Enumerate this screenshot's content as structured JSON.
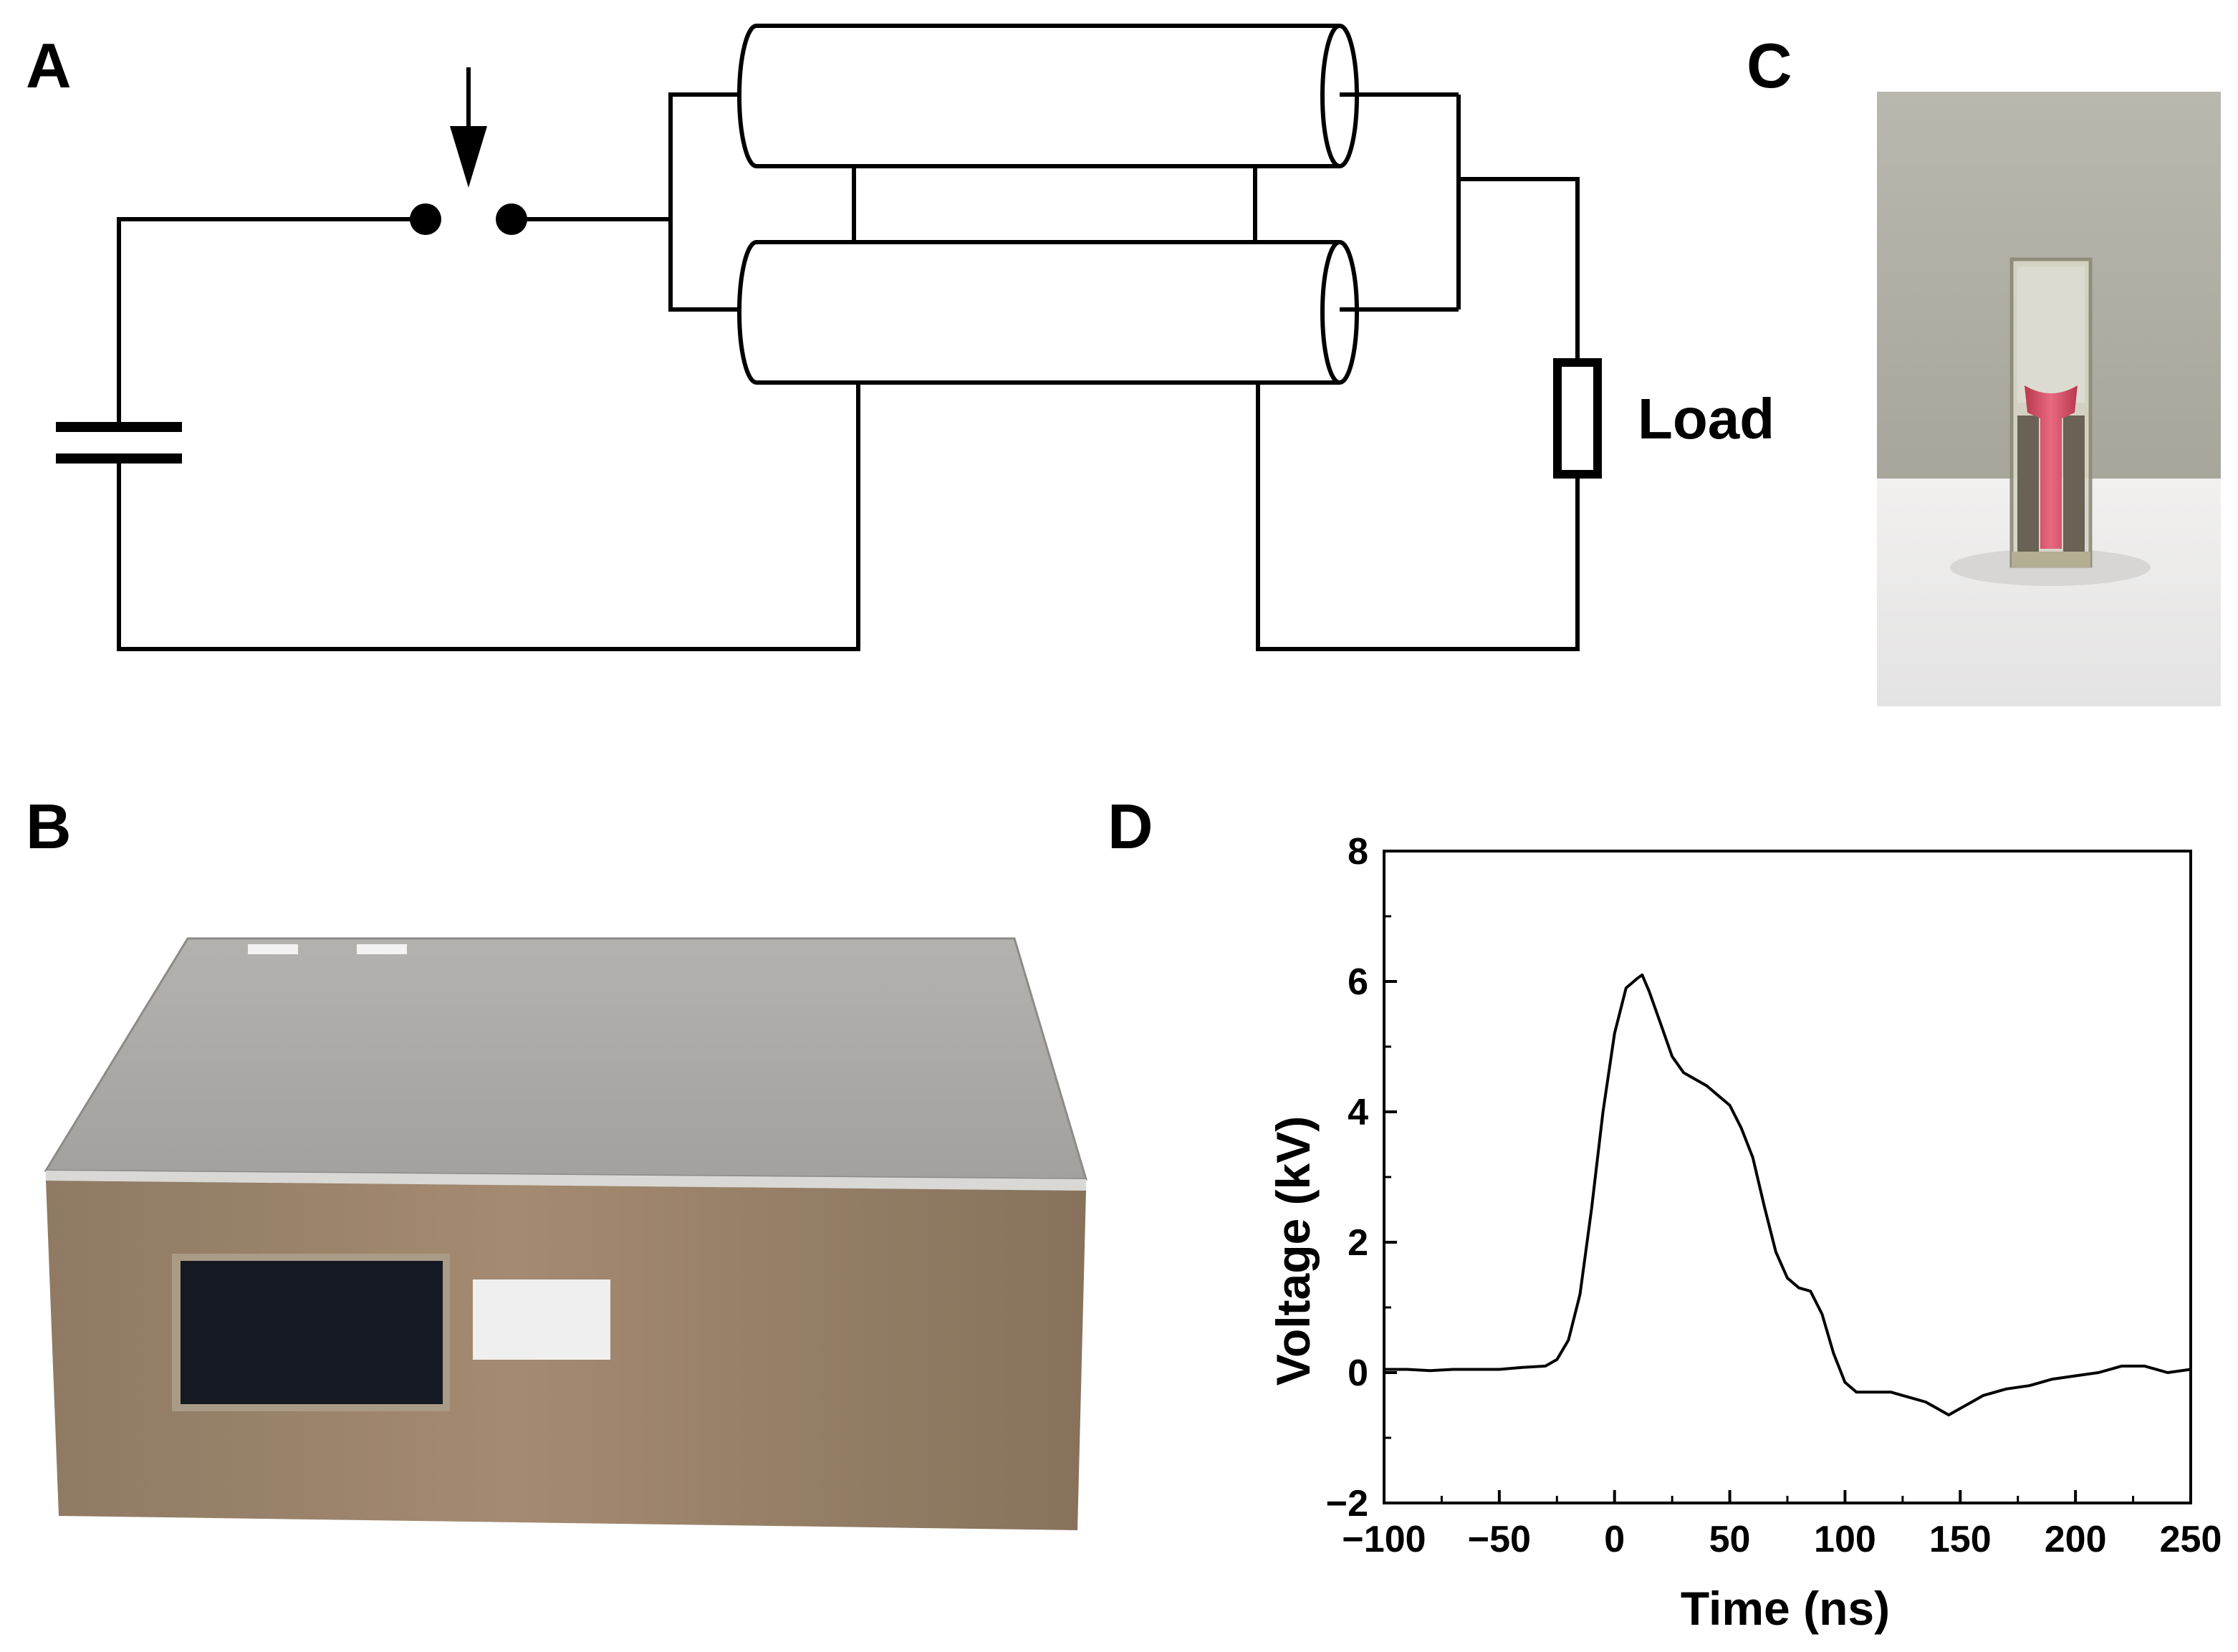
{
  "panels": {
    "a": {
      "label": "A"
    },
    "b": {
      "label": "B"
    },
    "c": {
      "label": "C"
    },
    "d": {
      "label": "D"
    }
  },
  "circuit": {
    "load_label": "Load",
    "components": [
      "capacitor",
      "switch",
      "coaxial-line",
      "coaxial-line",
      "load-resistor"
    ]
  },
  "photo_b": {
    "subject": "metal enclosure with display window"
  },
  "photo_c": {
    "subject": "cuvette with red liquid"
  },
  "chart_data": {
    "type": "line",
    "title": "",
    "xlabel": "Time (ns)",
    "ylabel": "Voltage (kV)",
    "xlim": [
      -100,
      250
    ],
    "ylim": [
      -2,
      8
    ],
    "xticks": [
      -100,
      -50,
      0,
      50,
      100,
      150,
      200,
      250
    ],
    "yticks": [
      -2,
      0,
      2,
      4,
      6,
      8
    ],
    "xtick_labels": [
      "−100",
      "−50",
      "0",
      "50",
      "100",
      "150",
      "200",
      "250"
    ],
    "ytick_labels": [
      "−2",
      "0",
      "2",
      "4",
      "6",
      "8"
    ],
    "grid": false,
    "series": [
      {
        "color": "#000000",
        "x": [
          -100,
          -90,
          -80,
          -70,
          -60,
          -50,
          -40,
          -30,
          -25,
          -20,
          -15,
          -10,
          -5,
          0,
          5,
          10,
          12,
          15,
          20,
          25,
          30,
          35,
          40,
          45,
          50,
          55,
          60,
          65,
          70,
          75,
          80,
          85,
          90,
          95,
          100,
          105,
          110,
          115,
          120,
          125,
          130,
          135,
          140,
          145,
          150,
          155,
          160,
          170,
          180,
          190,
          200,
          210,
          220,
          230,
          240,
          250
        ],
        "y": [
          0.05,
          0.05,
          0.03,
          0.05,
          0.05,
          0.05,
          0.08,
          0.1,
          0.2,
          0.5,
          1.2,
          2.5,
          4.0,
          5.2,
          5.9,
          6.05,
          6.1,
          5.85,
          5.35,
          4.85,
          4.6,
          4.5,
          4.4,
          4.25,
          4.1,
          3.75,
          3.3,
          2.55,
          1.85,
          1.45,
          1.3,
          1.25,
          0.9,
          0.3,
          -0.15,
          -0.3,
          -0.3,
          -0.3,
          -0.3,
          -0.35,
          -0.4,
          -0.45,
          -0.55,
          -0.65,
          -0.55,
          -0.45,
          -0.35,
          -0.25,
          -0.2,
          -0.1,
          -0.05,
          0.0,
          0.1,
          0.1,
          0.0,
          0.05
        ]
      }
    ]
  }
}
